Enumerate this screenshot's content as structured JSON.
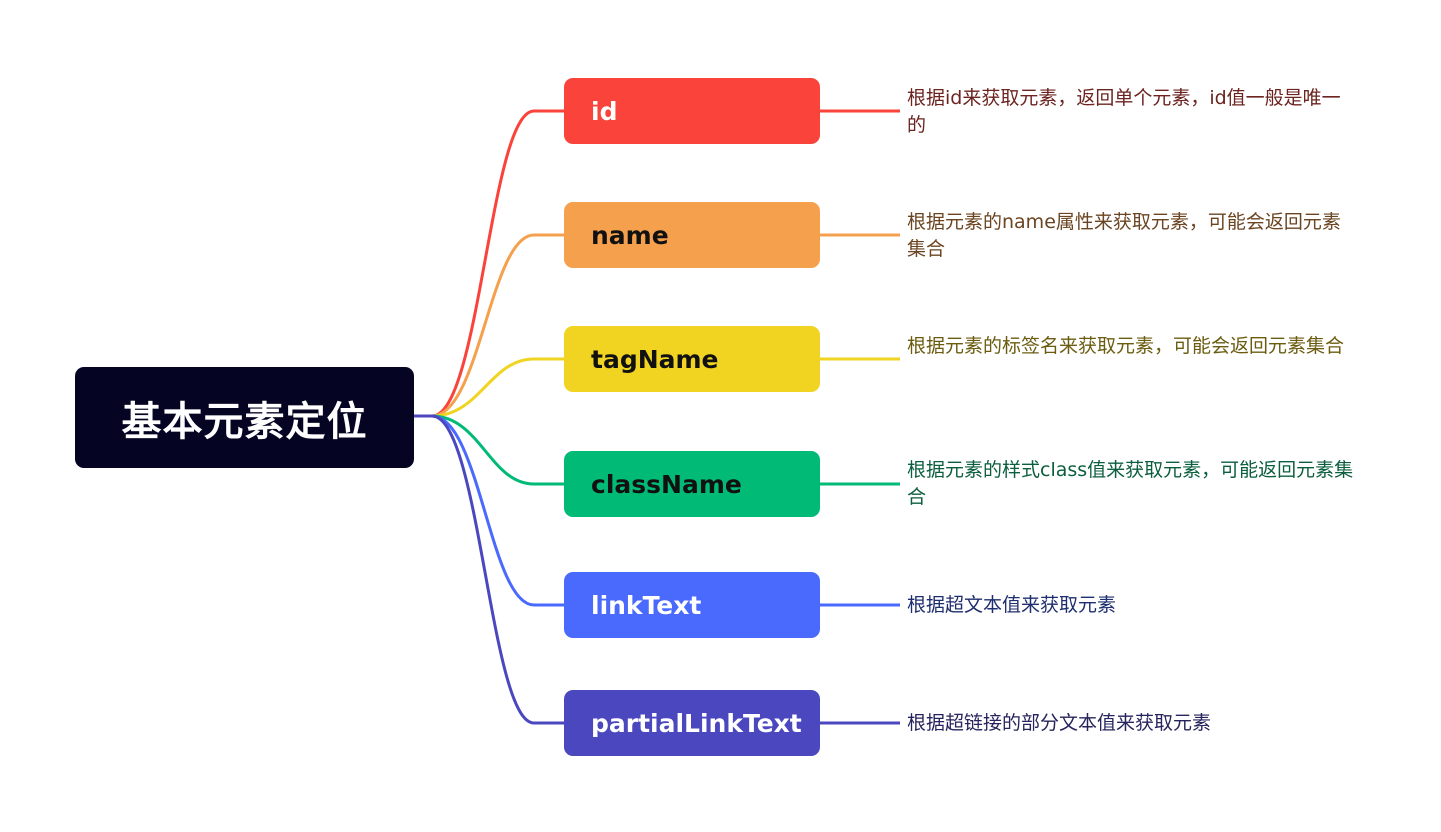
{
  "root": {
    "title": "基本元素定位",
    "color": "#050523",
    "text_color": "#ffffff"
  },
  "branches": [
    {
      "label": "id",
      "description": "根据id来获取元素，返回单个元素，id值一般是唯一的",
      "color": "#FA433A",
      "label_color": "#ffffff",
      "desc_color": "#6B2420"
    },
    {
      "label": "name",
      "description": "根据元素的name属性来获取元素，可能会返回元素集合",
      "color": "#F5A04C",
      "label_color": "#111111",
      "desc_color": "#6B4421"
    },
    {
      "label": "tagName",
      "description": "根据元素的标签名来获取元素，可能会返回元素集合",
      "color": "#F1D421",
      "label_color": "#111111",
      "desc_color": "#6B5C10"
    },
    {
      "label": "className",
      "description": "根据元素的样式class值来获取元素，可能返回元素集合",
      "color": "#00BA76",
      "label_color": "#111111",
      "desc_color": "#0B5E3E"
    },
    {
      "label": "linkText",
      "description": "根据超文本值来获取元素",
      "color": "#4A6AFD",
      "label_color": "#ffffff",
      "desc_color": "#1F2E6E"
    },
    {
      "label": "partialLinkText",
      "description": "根据超链接的部分文本值来获取元素",
      "color": "#4B47BF",
      "label_color": "#ffffff",
      "desc_color": "#26245C"
    }
  ]
}
